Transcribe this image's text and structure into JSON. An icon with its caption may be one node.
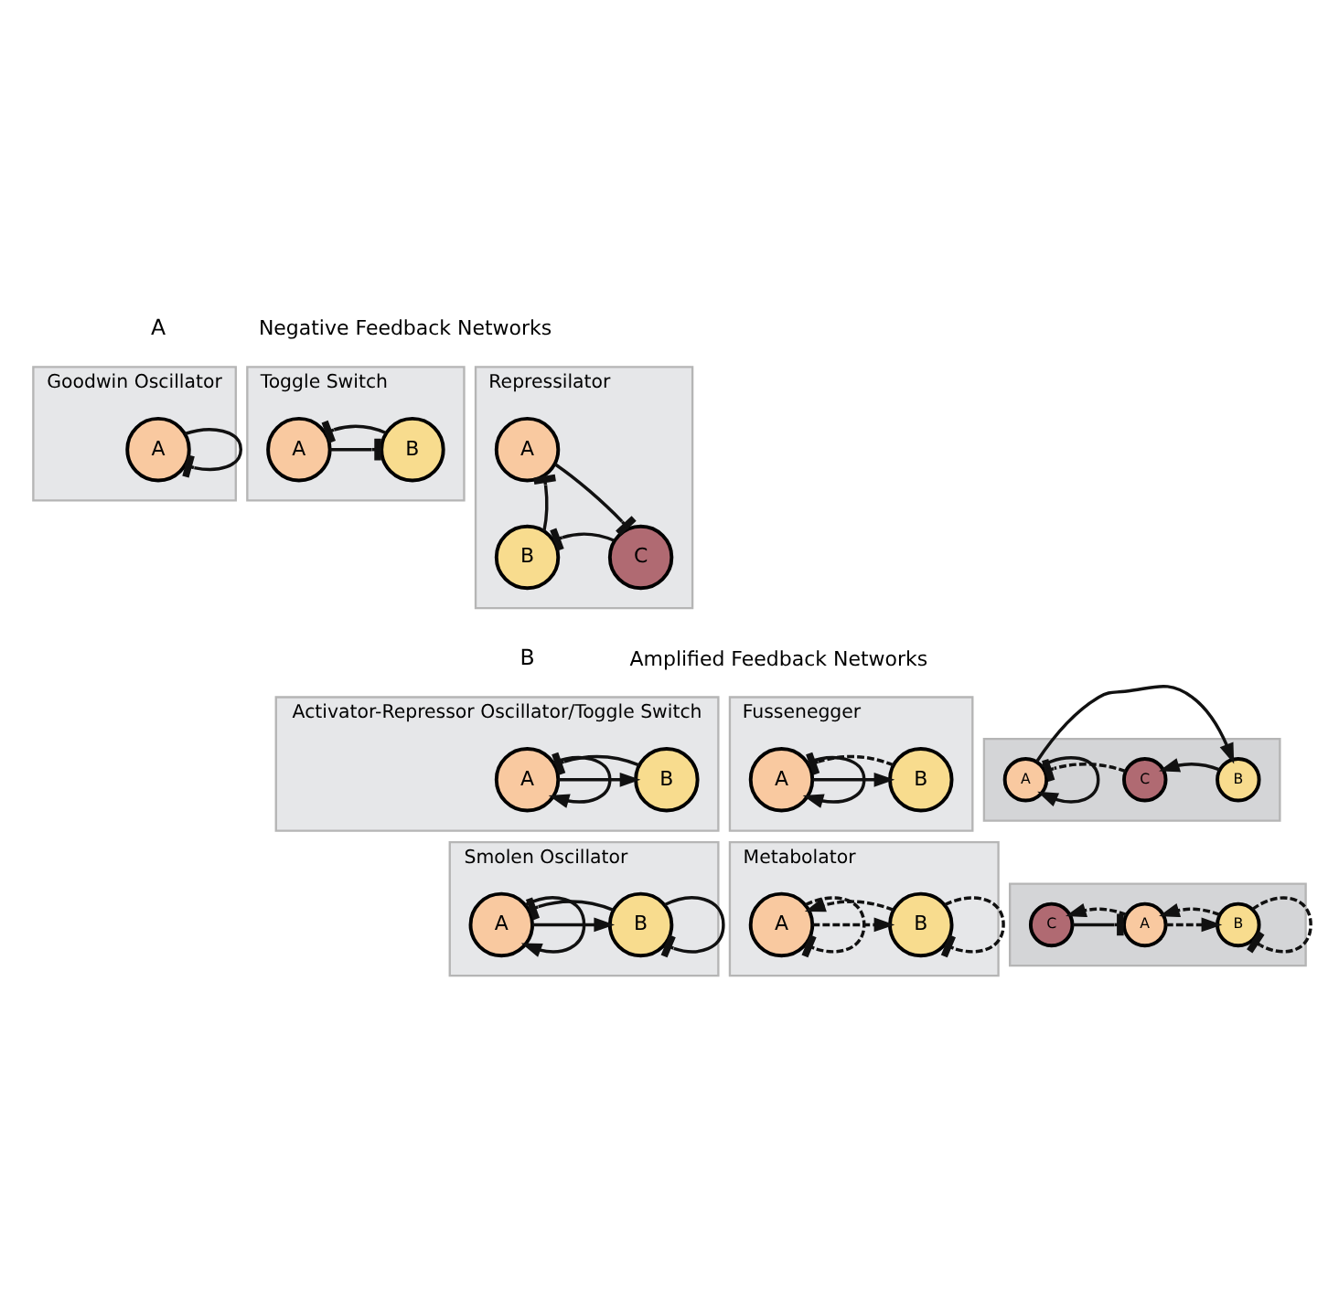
{
  "diagram": {
    "nodes": [
      {
        "text": [
          "Goodwin Oscillator"
        ]
      },
      {
        "text": [
          "A"
        ],
        "in": 0
      },
      {
        "text": [
          "Toggle Switch"
        ]
      },
      {
        "text": [
          "A"
        ],
        "in": 2
      },
      {
        "text": [
          "B"
        ],
        "in": 2
      },
      {
        "text": [
          "Repressilator"
        ]
      },
      {
        "text": [
          "A"
        ],
        "in": 5
      },
      {
        "text": [
          "B"
        ],
        "in": 5
      },
      {
        "text": [
          "C"
        ],
        "in": 5
      },
      {
        "text": [
          "Activator-Repressor Oscillator/Toggle Switch"
        ]
      },
      {
        "text": [
          "A"
        ],
        "in": 9
      },
      {
        "text": [
          "B"
        ],
        "in": 9
      },
      {
        "text": [
          "Fussenegger"
        ]
      },
      {
        "text": [
          "A"
        ],
        "in": 12
      },
      {
        "text": [
          "B"
        ],
        "in": 12
      },
      {
        "text": [],
        "shape": "box"
      },
      {
        "text": [
          "A"
        ],
        "in": 15
      },
      {
        "text": [
          "C"
        ],
        "in": 15
      },
      {
        "text": [
          "B"
        ],
        "in": 15
      },
      {
        "text": [
          "Smolen Oscillator"
        ]
      },
      {
        "text": [
          "A"
        ],
        "in": 19
      },
      {
        "text": [
          "B"
        ],
        "in": 19
      },
      {
        "text": [
          "Metabolator"
        ]
      },
      {
        "text": [
          "A"
        ],
        "in": 22
      },
      {
        "text": [
          "B"
        ],
        "in": 22
      },
      {
        "text": [],
        "shape": "box"
      },
      {
        "text": [
          "C"
        ],
        "in": 25
      },
      {
        "text": [
          "A"
        ],
        "in": 25
      },
      {
        "text": [
          "B"
        ],
        "in": 25
      }
    ],
    "edges": [
      {
        "from": 1,
        "to": 1,
        "arrow": "other"
      },
      {
        "from": 3,
        "to": 4,
        "arrow": "other"
      },
      {
        "from": 4,
        "to": 3,
        "arrow": "other"
      },
      {
        "from": 6,
        "to": 8,
        "arrow": "other"
      },
      {
        "from": 8,
        "to": 7,
        "arrow": "other"
      },
      {
        "from": 7,
        "to": 6,
        "arrow": "other"
      },
      {
        "from": 10,
        "to": 10,
        "arrow": "to"
      },
      {
        "from": 10,
        "to": 11,
        "arrow": "to"
      },
      {
        "from": 11,
        "to": 10,
        "arrow": "other"
      },
      {
        "from": 13,
        "to": 13,
        "arrow": "to"
      },
      {
        "from": 13,
        "to": 14,
        "arrow": "to"
      },
      {
        "from": 14,
        "to": 13,
        "arrow": "other",
        "style": "dashed"
      },
      {
        "from": 16,
        "to": 16,
        "arrow": "to"
      },
      {
        "from": 16,
        "to": 18,
        "arrow": "to"
      },
      {
        "from": 18,
        "to": 17,
        "arrow": "to"
      },
      {
        "from": 17,
        "to": 16,
        "arrow": "other",
        "style": "dashed"
      },
      {
        "from": 20,
        "to": 20,
        "arrow": "to"
      },
      {
        "from": 20,
        "to": 21,
        "arrow": "to"
      },
      {
        "from": 21,
        "to": 20,
        "arrow": "other"
      },
      {
        "from": 21,
        "to": 21,
        "arrow": "other"
      },
      {
        "from": 23,
        "to": 24,
        "arrow": "to",
        "style": "dashed"
      },
      {
        "from": 24,
        "to": 24,
        "arrow": "other",
        "style": "dashed"
      },
      {
        "from": 24,
        "to": 23,
        "arrow": "to",
        "style": "dashed"
      },
      {
        "from": 23,
        "to": 23,
        "arrow": "other",
        "style": "dashed"
      },
      {
        "from": 26,
        "to": 27,
        "arrow": "other"
      },
      {
        "from": 27,
        "to": 28,
        "arrow": "to",
        "style": "dashed"
      },
      {
        "from": 28,
        "to": 28,
        "arrow": "other",
        "style": "dashed"
      },
      {
        "from": 28,
        "to": 27,
        "arrow": "to",
        "style": "dashed"
      },
      {
        "from": 27,
        "to": 26,
        "arrow": "to",
        "style": "dashed"
      }
    ],
    "labels": [
      "A",
      "Negative Feedback Networks",
      "B",
      "Amplified Feedback Networks"
    ]
  }
}
